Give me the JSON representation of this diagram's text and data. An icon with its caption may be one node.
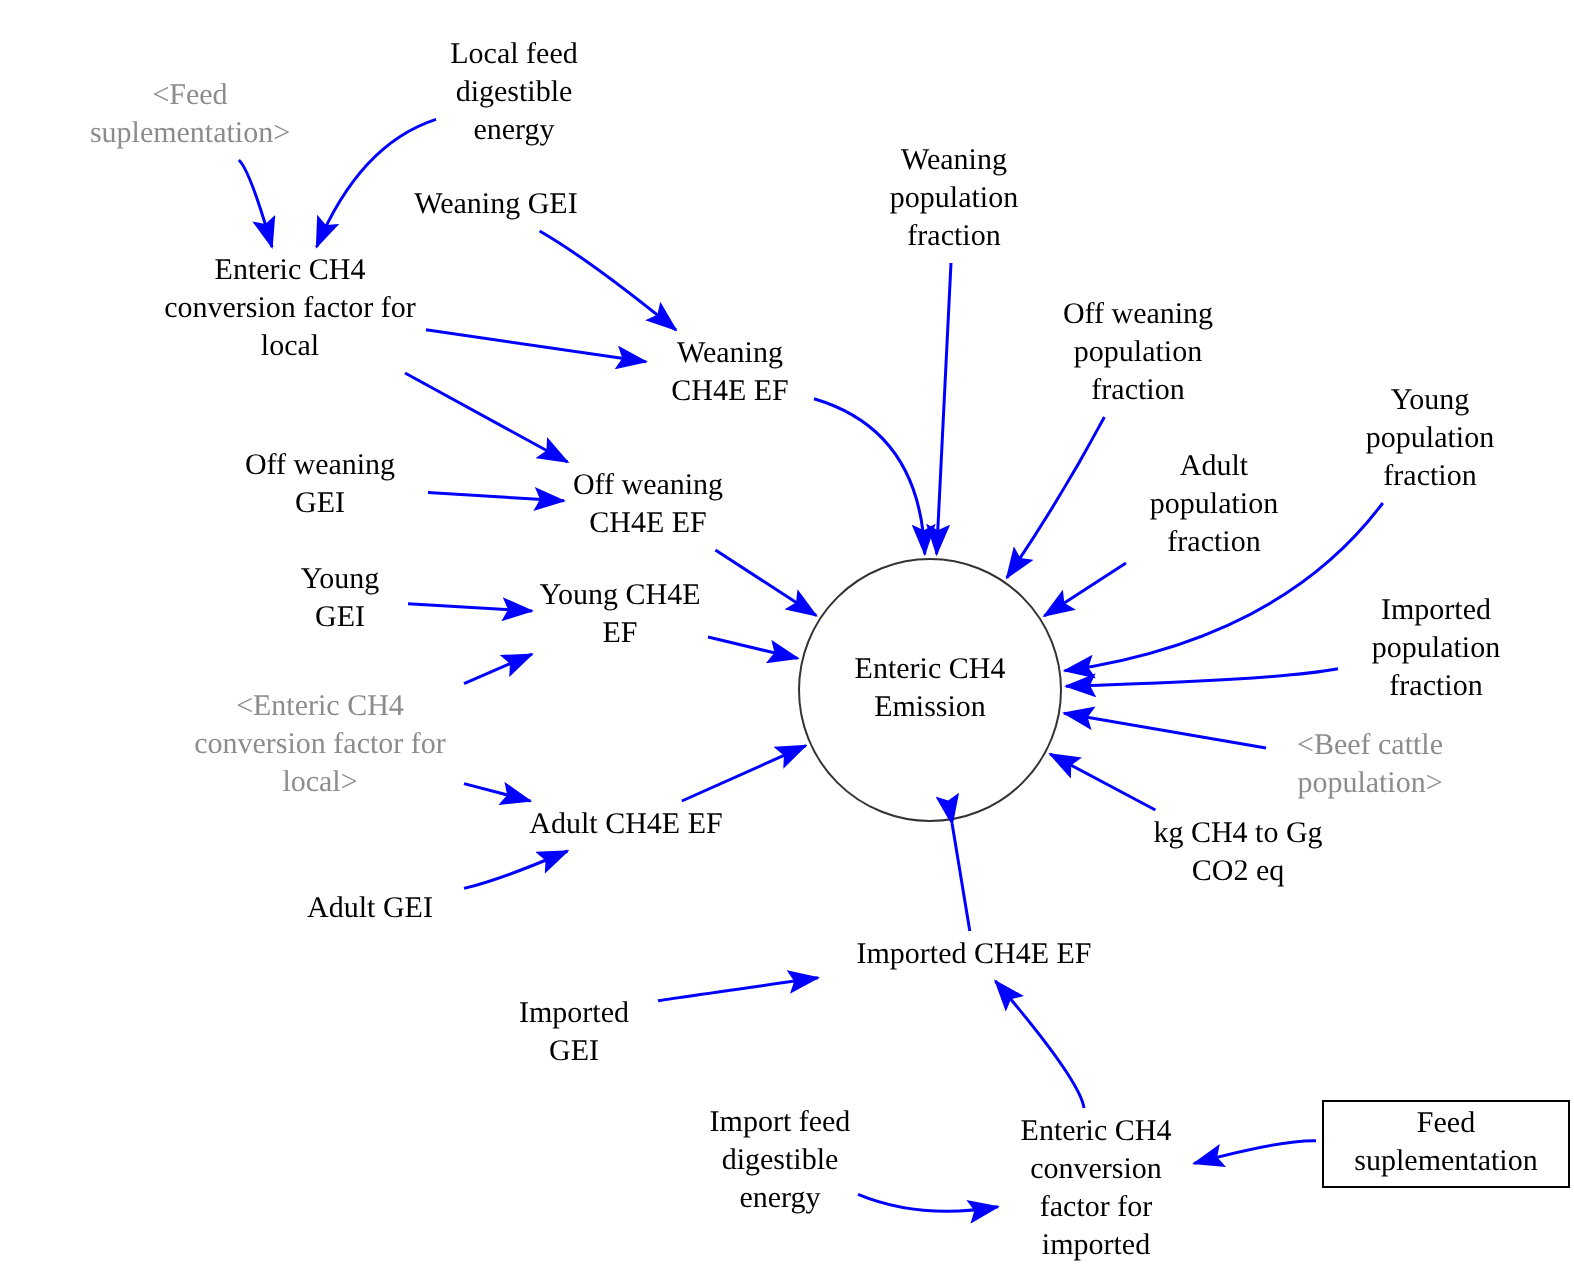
{
  "diagram": {
    "nodes": [
      {
        "text": [
          "<Feed suplementation>"
        ]
      },
      {
        "text": [
          "Local feed digestible energy"
        ]
      },
      {
        "text": [
          "Enteric CH4 conversion factor for local"
        ]
      },
      {
        "text": [
          "Weaning GEI"
        ]
      },
      {
        "text": [
          "Weaning CH4E EF"
        ]
      },
      {
        "text": [
          "Weaning population fraction"
        ]
      },
      {
        "text": [
          "Off weaning population fraction"
        ]
      },
      {
        "text": [
          "Off weaning GEI"
        ]
      },
      {
        "text": [
          "Off weaning CH4E EF"
        ]
      },
      {
        "text": [
          "Adult population fraction"
        ]
      },
      {
        "text": [
          "Young population fraction"
        ]
      },
      {
        "text": [
          "Young GEI"
        ]
      },
      {
        "text": [
          "Young CH4E EF"
        ]
      },
      {
        "text": [
          "Enteric CH4 Emission"
        ]
      },
      {
        "text": [
          "Imported population fraction"
        ]
      },
      {
        "text": [
          "<Enteric CH4 conversion factor for local>"
        ]
      },
      {
        "text": [
          "<Beef cattle population>"
        ]
      },
      {
        "text": [
          "Adult CH4E EF"
        ]
      },
      {
        "text": [
          "kg CH4 to Gg CO2 eq"
        ]
      },
      {
        "text": [
          "Adult GEI"
        ]
      },
      {
        "text": [
          "Imported CH4E EF"
        ]
      },
      {
        "text": [
          "Imported GEI"
        ]
      },
      {
        "text": [
          "Feed suplementation"
        ]
      },
      {
        "text": [
          "Import feed digestible energy"
        ]
      },
      {
        "text": [
          "Enteric CH4 conversion factor for imported"
        ]
      }
    ],
    "edges": [
      {
        "from": 0,
        "to": 2,
        "arrow": "to"
      },
      {
        "from": 1,
        "to": 2,
        "arrow": "to"
      },
      {
        "from": 3,
        "to": 4,
        "arrow": "to"
      },
      {
        "from": 2,
        "to": 4,
        "arrow": "to"
      },
      {
        "from": 2,
        "to": 8,
        "arrow": "to"
      },
      {
        "from": 7,
        "to": 8,
        "arrow": "to"
      },
      {
        "from": 11,
        "to": 12,
        "arrow": "to"
      },
      {
        "from": 15,
        "to": 12,
        "arrow": "to"
      },
      {
        "from": 15,
        "to": 17,
        "arrow": "to"
      },
      {
        "from": 19,
        "to": 17,
        "arrow": "to"
      },
      {
        "from": 4,
        "to": 13,
        "arrow": "to"
      },
      {
        "from": 5,
        "to": 13,
        "arrow": "to"
      },
      {
        "from": 6,
        "to": 13,
        "arrow": "to"
      },
      {
        "from": 8,
        "to": 13,
        "arrow": "to"
      },
      {
        "from": 9,
        "to": 13,
        "arrow": "to"
      },
      {
        "from": 12,
        "to": 13,
        "arrow": "to"
      },
      {
        "from": 10,
        "to": 13,
        "arrow": "to"
      },
      {
        "from": 14,
        "to": 13,
        "arrow": "to"
      },
      {
        "from": 16,
        "to": 13,
        "arrow": "to"
      },
      {
        "from": 17,
        "to": 13,
        "arrow": "to"
      },
      {
        "from": 18,
        "to": 13,
        "arrow": "to"
      },
      {
        "from": 20,
        "to": 13,
        "arrow": "to"
      },
      {
        "from": 21,
        "to": 20,
        "arrow": "to"
      },
      {
        "from": 22,
        "to": 24,
        "arrow": "to"
      },
      {
        "from": 23,
        "to": 24,
        "arrow": "to"
      },
      {
        "from": 24,
        "to": 20,
        "arrow": "to"
      }
    ]
  }
}
